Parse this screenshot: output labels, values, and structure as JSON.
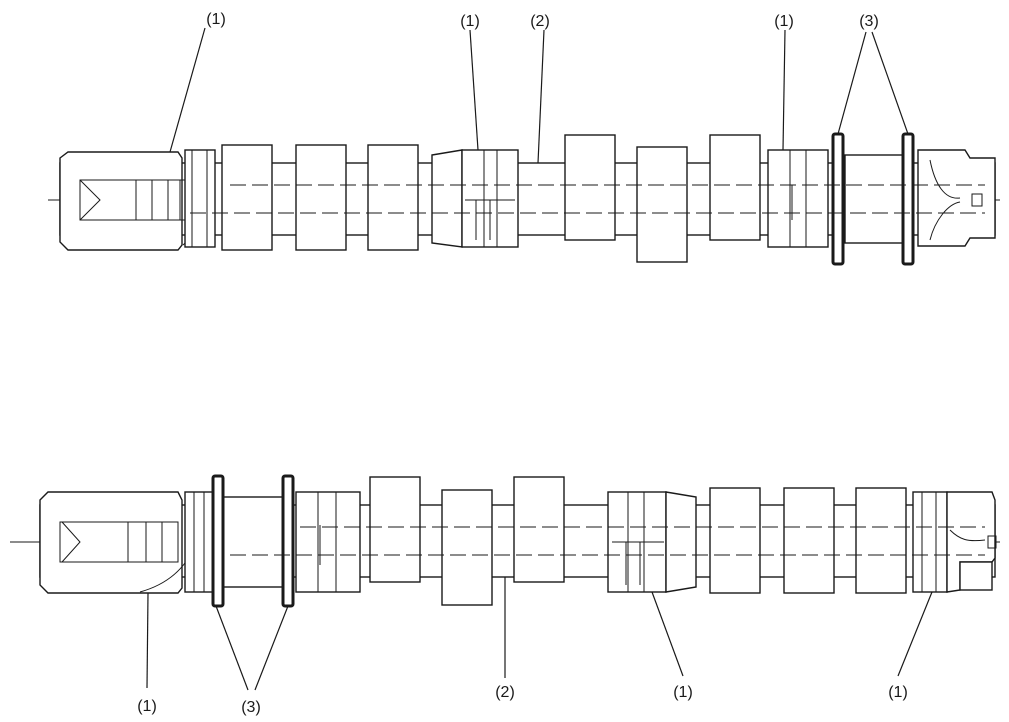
{
  "callouts": {
    "one": "(1)",
    "two": "(2)",
    "three": "(3)"
  }
}
